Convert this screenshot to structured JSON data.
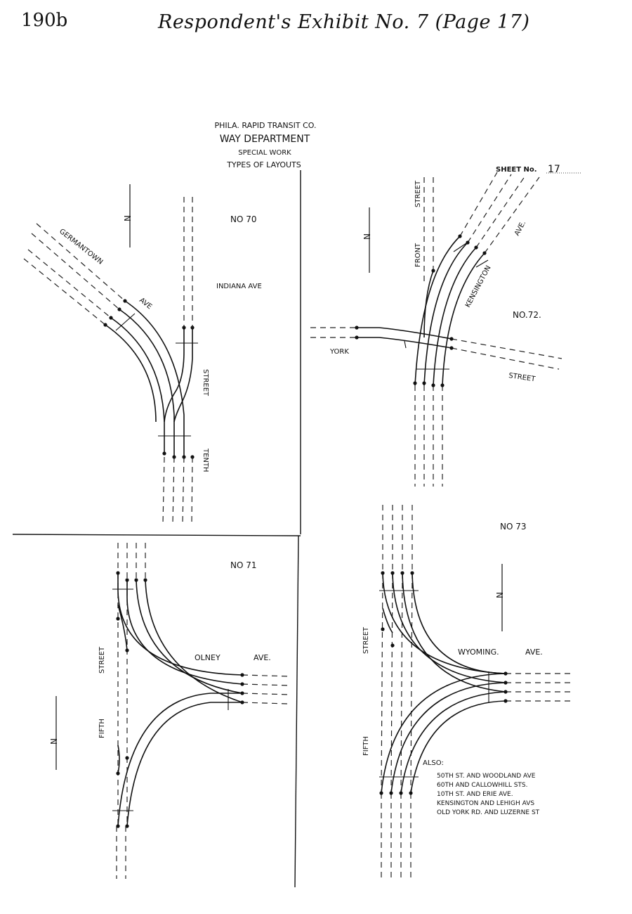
{
  "page": {
    "number": "190b",
    "header": "Respondent's Exhibit No. 7 (Page 17)"
  },
  "title_block": {
    "company": "PHILA. RAPID TRANSIT CO.",
    "department": "WAY DEPARTMENT",
    "line3": "SPECIAL WORK",
    "line4": "TYPES OF LAYOUTS"
  },
  "sheet": {
    "label": "SHEET No.",
    "number": "17"
  },
  "layouts": [
    {
      "id": "NO 70",
      "streets": [
        "GERMANTOWN",
        "AVE",
        "INDIANA AVE",
        "STREET",
        "TENTH"
      ]
    },
    {
      "id": "NO 71",
      "streets": [
        "OLNEY",
        "AVE.",
        "STREET",
        "FIFTH"
      ]
    },
    {
      "id": "NO.72.",
      "streets": [
        "FRONT",
        "STREET",
        "KENSINGTON",
        "AVE.",
        "YORK",
        "STREET"
      ]
    },
    {
      "id": "NO 73",
      "streets": [
        "WYOMING.",
        "AVE.",
        "STREET",
        "FIFTH"
      ]
    }
  ],
  "north_arrow": "N",
  "also_note": {
    "label": "ALSO:",
    "lines": [
      "50TH ST. AND WOODLAND AVE",
      "60TH AND CALLOWHILL STS.",
      "10TH ST. AND ERIE AVE.",
      "KENSINGTON AND LEHIGH AVS",
      "OLD YORK RD. AND LUZERNE ST"
    ]
  }
}
